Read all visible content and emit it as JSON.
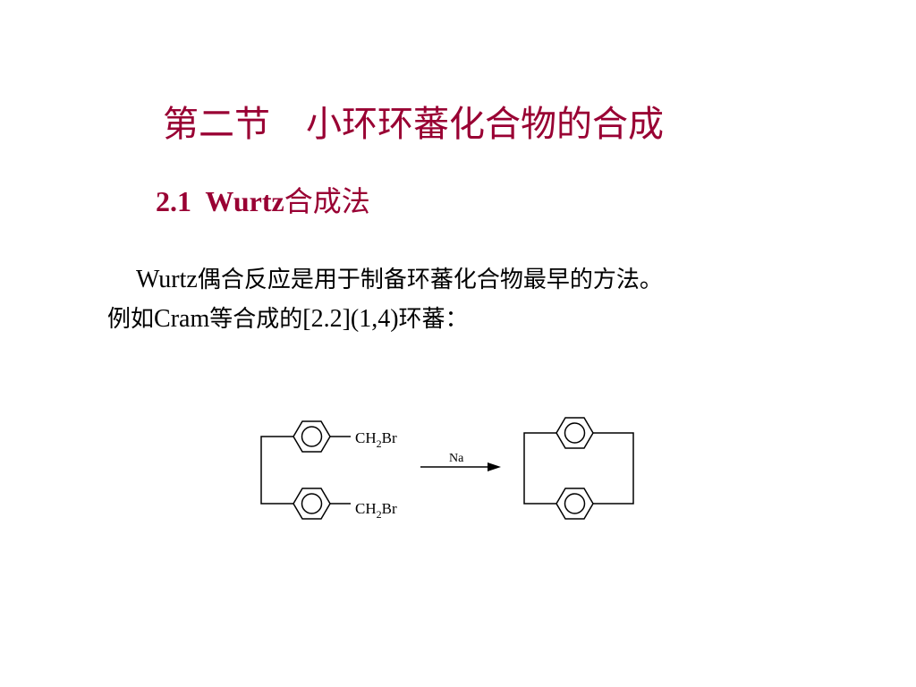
{
  "slide": {
    "title": "第二节　小环环蕃化合物的合成",
    "section_number": "2.1  Wurtz",
    "section_name": "合成法",
    "paragraph": {
      "line1_prefix": "Wurtz",
      "line1_text": "偶合反应是用于制备环蕃化合物最早的方法。",
      "line2_part1": "例如",
      "line2_name": "Cram",
      "line2_part2": "等合成的",
      "line2_ref": "[2.2](1,4)",
      "line2_part3": "环蕃："
    }
  },
  "reaction": {
    "reactant_top_group": "CH",
    "reactant_top_sub": "2",
    "reactant_top_tail": "Br",
    "reactant_bottom_group": "CH",
    "reactant_bottom_sub": "2",
    "reactant_bottom_tail": "Br",
    "reagent": "Na"
  },
  "colors": {
    "title": "#990033",
    "text": "#000000"
  }
}
